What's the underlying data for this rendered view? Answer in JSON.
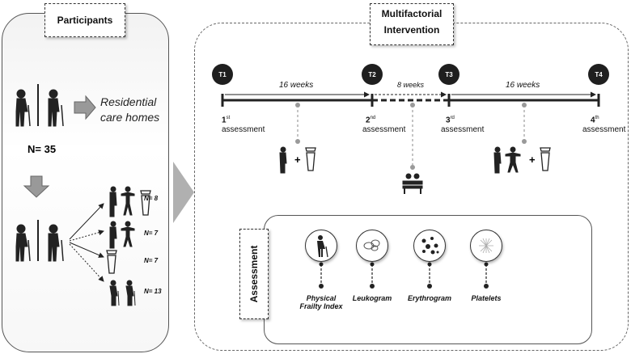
{
  "participants": {
    "title": "Participants",
    "destination": "Residential care homes",
    "total": "N= 35",
    "groups": [
      {
        "label": "N= 8"
      },
      {
        "label": "N= 7"
      },
      {
        "label": "N= 7"
      },
      {
        "label": "N= 13"
      }
    ]
  },
  "intervention": {
    "title_line1": "Multifactorial",
    "title_line2": "Intervention",
    "timepoints": [
      "T1",
      "T2",
      "T3",
      "T4"
    ],
    "durations": [
      "16 weeks",
      "8 weeks",
      "16 weeks"
    ],
    "assessments": [
      {
        "num": "1",
        "sup": "st",
        "word": "assessment"
      },
      {
        "num": "2",
        "sup": "nd",
        "word": "assessment"
      },
      {
        "num": "3",
        "sup": "rd",
        "word": "assessment"
      },
      {
        "num": "4",
        "sup": "th",
        "word": "assessment"
      }
    ],
    "plus": "+"
  },
  "assessment_panel": {
    "title": "Assessment",
    "items": [
      {
        "line1": "Physical",
        "line2": "Frailty Index"
      },
      {
        "line1": "Leukogram",
        "line2": ""
      },
      {
        "line1": "Erythrogram",
        "line2": ""
      },
      {
        "line1": "Platelets",
        "line2": ""
      }
    ]
  },
  "colors": {
    "dark": "#1f1f1f",
    "arrow_gray": "#888888",
    "dot_gray": "#9a9a9a"
  }
}
